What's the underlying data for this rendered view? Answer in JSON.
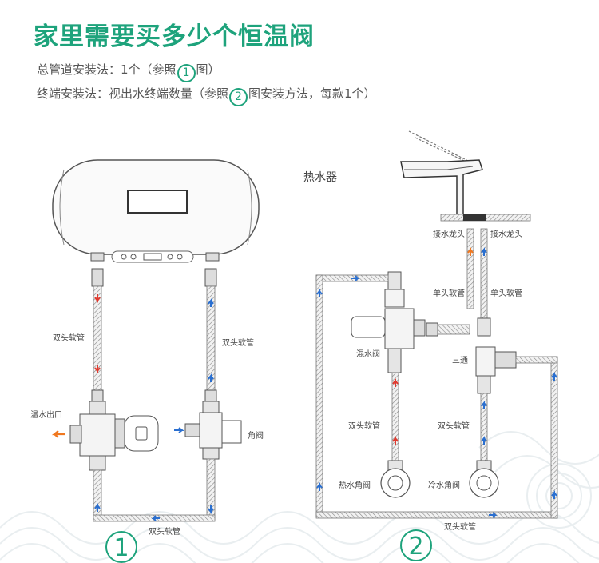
{
  "header": {
    "title": "家里需要买多少个恒温阀",
    "line1_prefix": "总管道安装法：1个（参照",
    "line1_num": "1",
    "line1_suffix": "图）",
    "line2_prefix": "终端安装法：视出水终端数量（参照",
    "line2_num": "2",
    "line2_suffix": "图安装方法，每款1个）"
  },
  "diagram1": {
    "label_double_hose_left": "双头软管",
    "label_double_hose_right": "双头软管",
    "label_warm_outlet": "温水出口",
    "label_angle_valve": "角阀",
    "label_double_hose_bottom": "双头软管",
    "number": "1"
  },
  "diagram2": {
    "label_heater": "热水器",
    "label_faucet_left": "接水龙头",
    "label_faucet_right": "接水龙头",
    "label_single_hose_left": "单头软管",
    "label_single_hose_right": "单头软管",
    "label_mixing_valve": "混水阀",
    "label_tee": "三通",
    "label_double_hose_left": "双头软管",
    "label_double_hose_right": "双头软管",
    "label_hot_angle_valve": "热水角阀",
    "label_cold_angle_valve": "冷水角阀",
    "label_double_hose_bottom": "双头软管",
    "number": "2"
  },
  "colors": {
    "accent": "#1ea37c",
    "hot": "#e03a2f",
    "cold": "#2a6fd0",
    "warm": "#f07820"
  }
}
